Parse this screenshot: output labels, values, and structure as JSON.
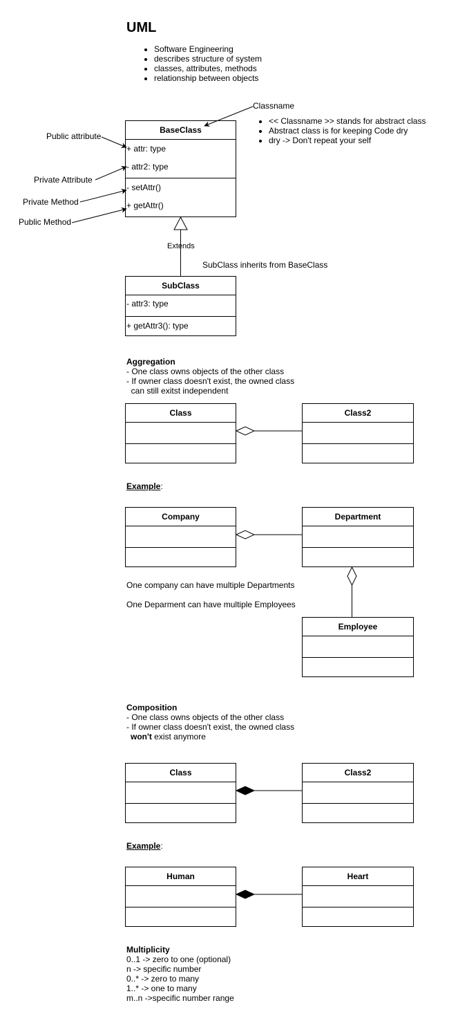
{
  "title": "UML",
  "intro_bullets": [
    "Software Engineering",
    "describes structure of system",
    "classes, attributes, methods",
    "relationship between objects"
  ],
  "annotations": {
    "classname": "Classname",
    "public_attribute": "Public attribute",
    "private_attribute": "Private Attribute",
    "private_method": "Private Method",
    "public_method": "Public Method",
    "extends": "Extends",
    "inherits_note": "SubClass inherits from BaseClass"
  },
  "abstract_bullets": [
    "<< Classname >>  stands for abstract class",
    "Abstract class is for keeping Code dry",
    "dry -> Don't repeat your self"
  ],
  "base_class": {
    "name": "BaseClass",
    "attributes": [
      "+ attr: type",
      "- attr2: type"
    ],
    "methods": [
      "- setAttr()",
      "+ getAttr()"
    ]
  },
  "sub_class": {
    "name": "SubClass",
    "attributes": [
      "- attr3: type"
    ],
    "methods": [
      "+ getAttr3(): type"
    ]
  },
  "aggregation": {
    "heading": "Aggregation",
    "lines": [
      "- One class owns objects of the other class",
      "- If owner class doesn't exist, the owned class",
      "  can still exitst independent"
    ],
    "left_class": "Class",
    "right_class": "Class2",
    "example_label": "Example",
    "example_colon": ":",
    "company": "Company",
    "department": "Department",
    "employee": "Employee",
    "note1": "One company can have multiple Departments",
    "note2": "One Deparment can have multiple Employees"
  },
  "composition": {
    "heading": "Composition",
    "lines": [
      "- One class owns objects of the other class",
      "- If owner class doesn't exist, the owned class"
    ],
    "line3_bold": "won't",
    "line3_rest": " exist anymore",
    "left_class": "Class",
    "right_class": "Class2",
    "example_label": "Example",
    "example_colon": ":",
    "human": "Human",
    "heart": "Heart"
  },
  "multiplicity": {
    "heading": "Multiplicity",
    "lines": [
      "0..1 -> zero to one (optional)",
      "n -> specific number",
      "0..* -> zero to many",
      "1..* -> one to many",
      "m..n ->specific number range"
    ]
  }
}
